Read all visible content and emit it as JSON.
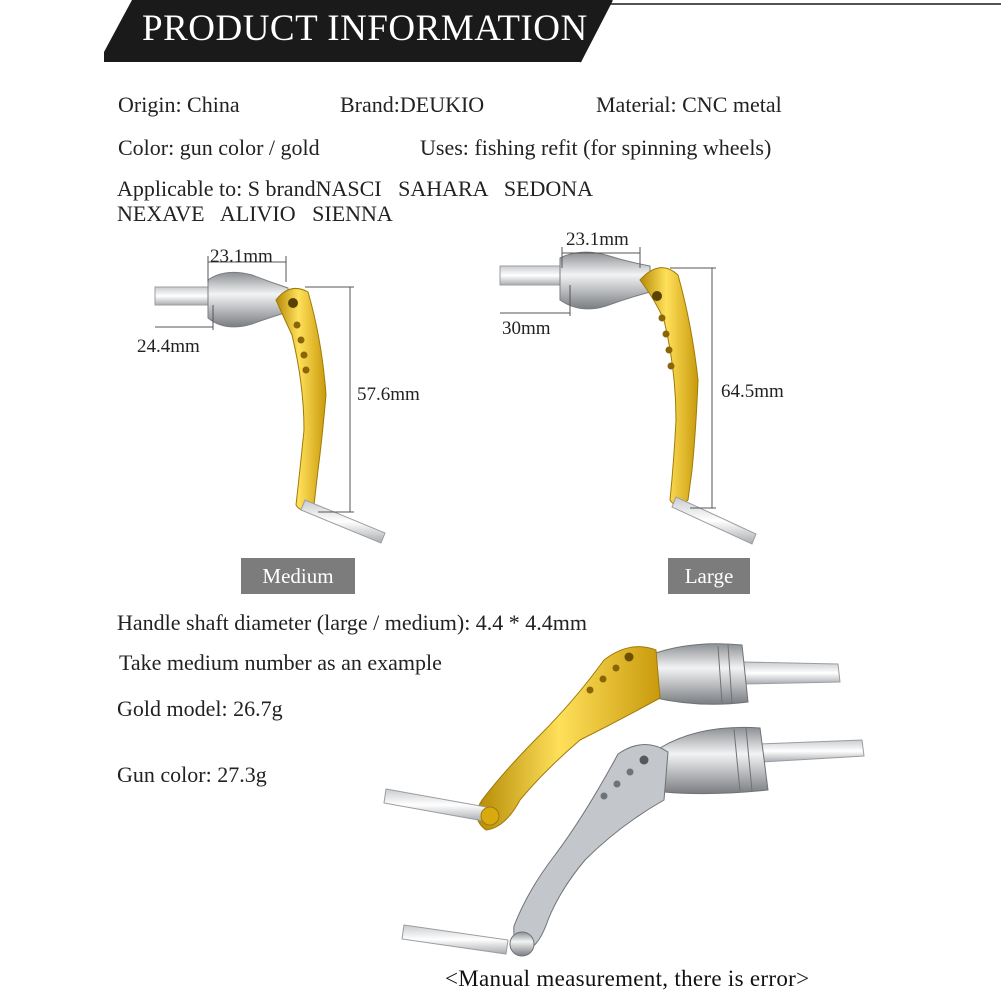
{
  "banner": {
    "title": "PRODUCT INFORMATION"
  },
  "specs": {
    "origin": "Origin: China",
    "brand": "Brand:DEUKIO",
    "material": "Material: CNC metal",
    "color": "Color: gun color / gold",
    "uses": "Uses: fishing refit (for spinning wheels)",
    "applicable_line1": "Applicable to: S brandNASCI   SAHARA   SEDONA",
    "applicable_line2": "NEXAVE   ALIVIO   SIENNA"
  },
  "medium": {
    "knob_width": "23.1mm",
    "shaft_length": "24.4mm",
    "arm_length": "57.6mm",
    "label": "Medium"
  },
  "large": {
    "knob_width": "23.1mm",
    "shaft_length": "30mm",
    "arm_length": "64.5mm",
    "label": "Large"
  },
  "details": {
    "shaft_diameter": "Handle shaft diameter (large / medium): 4.4 * 4.4mm",
    "example": "Take medium number as an example",
    "gold_weight": "Gold model: 26.7g",
    "gun_weight": "Gun color: 27.3g"
  },
  "footnote": "<Manual measurement, there is error>",
  "colors": {
    "banner": "#1a1a1a",
    "gold": "#e0b418",
    "silver": "#b9bcc0",
    "tag": "#7c7c7c"
  }
}
